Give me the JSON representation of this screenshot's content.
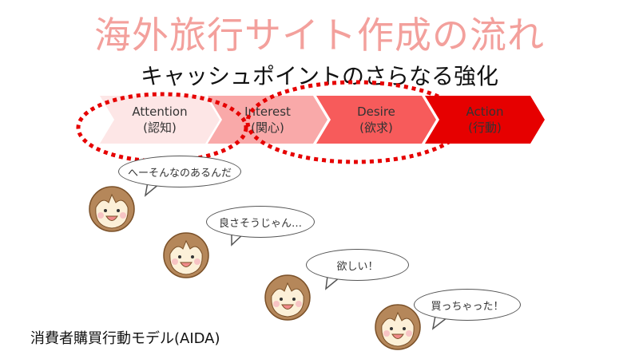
{
  "title": "海外旅行サイト作成の流れ",
  "subtitle": "キャッシュポイントのさらなる強化",
  "stages": [
    {
      "en": "Attention",
      "jp": "(認知)",
      "color": "#fde6e6"
    },
    {
      "en": "Interest",
      "jp": "(関心)",
      "color": "#f9a9a9"
    },
    {
      "en": "Desire",
      "jp": "(欲求)",
      "color": "#f75b5b"
    },
    {
      "en": "Action",
      "jp": "(行動)",
      "color": "#e60000"
    }
  ],
  "bubbles": [
    "へーそんなのあるんだ",
    "良さそうじゃん…",
    "欲しい！",
    "買っちゃった！"
  ],
  "model_label": "消費者購買行動モデル(AIDA)",
  "highlight_color": "#e60000"
}
